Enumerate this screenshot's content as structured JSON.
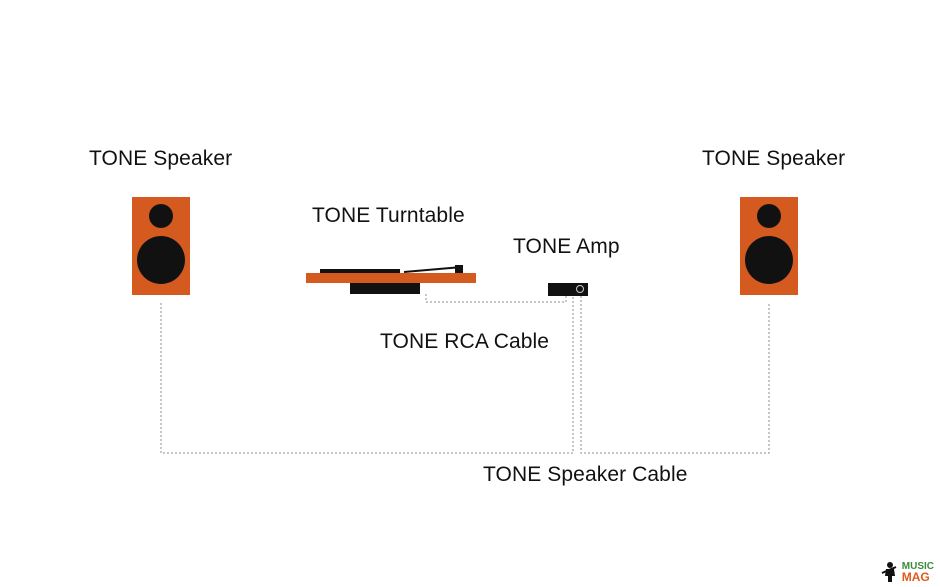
{
  "labels": {
    "left_speaker": "TONE Speaker",
    "right_speaker": "TONE Speaker",
    "turntable": "TONE Turntable",
    "amp": "TONE Amp",
    "rca_cable": "TONE RCA Cable",
    "speaker_cable": "TONE Speaker Cable"
  },
  "watermark": {
    "line1": "MUSIC",
    "line2": "MAG"
  },
  "colors": {
    "speaker_orange": "#d45a1f",
    "driver_black": "#111111",
    "cable_gray": "#8c8c8c",
    "background": "#ffffff"
  }
}
